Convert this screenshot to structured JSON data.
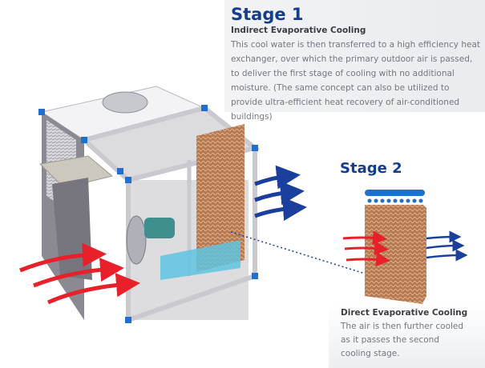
{
  "stage1": {
    "title": "Stage 1",
    "subtitle": "Indirect Evaporative Cooling",
    "description": "This cool water is then transferred to a high efficiency heat exchanger, over which the primary outdoor air is passed, to deliver the first stage of cooling with no additional moisture. (The same concept can also be utilized to provide ultra-efficient heat recovery of air-conditioned buildings)"
  },
  "stage2": {
    "title": "Stage 2",
    "subtitle": "Direct Evaporative Cooling",
    "description": "The air is then further cooled as it passes the second cooling stage."
  },
  "colors": {
    "title": "#163c8e",
    "warm_air": "#e8202a",
    "cool_air": "#1a3f9c",
    "media": "#b9794f",
    "water": "#5fc3e0",
    "frame": "#c9c9cf"
  }
}
